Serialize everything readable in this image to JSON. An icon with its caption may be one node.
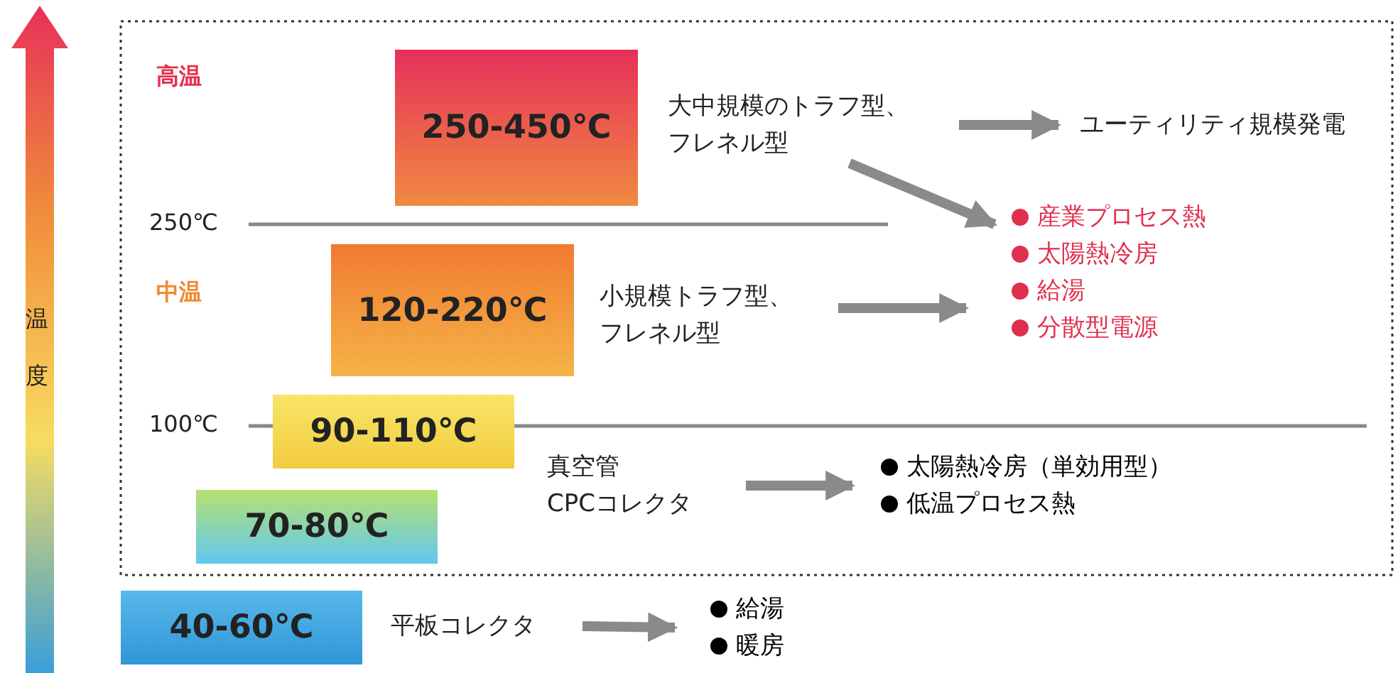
{
  "diagram": {
    "nodes": [
      {
        "text": [
          "250-450℃"
        ]
      },
      {
        "text": [
          "120-220℃"
        ]
      },
      {
        "text": [
          "90-110℃"
        ]
      },
      {
        "text": [
          "70-80℃"
        ]
      },
      {
        "text": [
          "40-60℃"
        ]
      },
      {
        "text": [
          "大中規模のトラフ型、フレネル型"
        ]
      },
      {
        "text": [
          "ユーティリティ規模発電"
        ]
      },
      {
        "text": [
          "産業プロセス熱",
          "太陽熱冷房",
          "給湯",
          "分散型電源"
        ]
      },
      {
        "text": [
          "小規模トラフ型、フレネル型"
        ]
      },
      {
        "text": [
          "真空管 CPCコレクタ"
        ]
      },
      {
        "text": [
          "太陽熱冷房（単効用型）",
          "低温プロセス熱"
        ]
      },
      {
        "text": [
          "平板コレクタ"
        ]
      },
      {
        "text": [
          "給湯",
          "暖房"
        ]
      }
    ],
    "edges": [
      {
        "from": 5,
        "to": 6,
        "arrow": "to"
      },
      {
        "from": 5,
        "to": 7,
        "arrow": "to"
      },
      {
        "from": 8,
        "to": 7,
        "arrow": "to"
      },
      {
        "from": 9,
        "to": 10,
        "arrow": "to"
      },
      {
        "from": 11,
        "to": 12,
        "arrow": "to"
      }
    ],
    "labels": [
      "高温",
      "250℃",
      "中温",
      "温度",
      "100℃"
    ]
  }
}
